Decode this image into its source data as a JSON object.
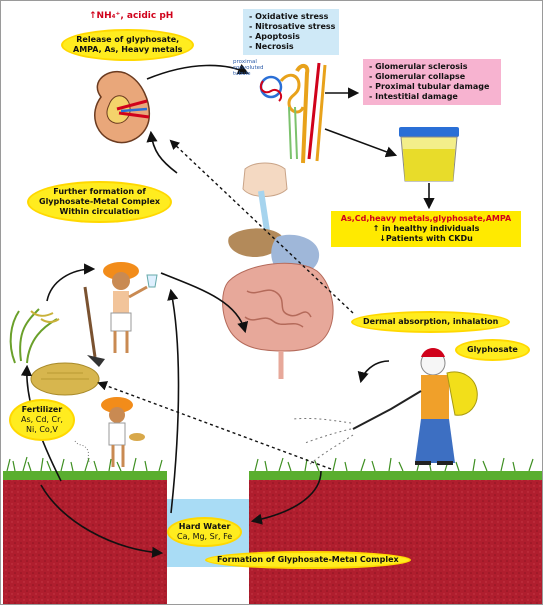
{
  "top_banner": {
    "nh4": "↑NH₄⁺",
    "ph": ", acidic pH"
  },
  "release_label": {
    "line1": "Release of glyphosate,",
    "line2": "AMPA, As, Heavy metals"
  },
  "stress_box": {
    "items": [
      "- Oxidative stress",
      "- Nitrosative stress",
      "- Apoptosis",
      "- Necrosis"
    ],
    "color": "#cfe9f7"
  },
  "tubule_label": {
    "line1": "proximal",
    "line2": "convoluted",
    "line3": "tubule"
  },
  "damage_box": {
    "items": [
      "- Glomerular sclerosis",
      "- Glomerular collapse",
      "- Proximal tubular damage",
      "- Intestitial damage"
    ],
    "color": "#f7b3d0"
  },
  "urine_box": {
    "line1": "As,Cd,heavy metals,glyphosate,AMPA",
    "line2": "↑ in healthy individuals",
    "line3": "↓Patients with CKDu",
    "color": "#ffea00"
  },
  "circulation_label": {
    "line1": "Further formation of",
    "line2": "Glyphosate-Metal Complex",
    "line3": "Within circulation"
  },
  "dermal_label": {
    "text": "Dermal absorption, inhalation"
  },
  "glyphosate_label": {
    "text": "Glyphosate"
  },
  "fertilizer_label": {
    "line1": "Fertilizer",
    "line2": "As, Cd, Cr,",
    "line3": "Ni, Co,V"
  },
  "hard_water": {
    "title": "Hard Water",
    "ions": "Ca, Mg, Sr, Fe",
    "color": "#a9dcf5"
  },
  "complex_label": {
    "text": "Formation of Glyphosate-Metal Complex"
  },
  "colors": {
    "soil": "#b01e2e",
    "grass": "#4a9a2a",
    "burst": "#ffec1f",
    "nh4_red": "#d0021b"
  }
}
